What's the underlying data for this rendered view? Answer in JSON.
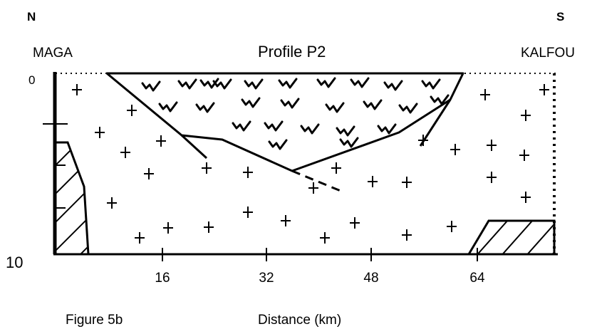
{
  "title": "Profile P2",
  "directions": {
    "left": "N",
    "right": "S"
  },
  "localities": {
    "left": "MAGA",
    "right": "KALFOU"
  },
  "depth_labels": {
    "top": "0",
    "bottom": "10"
  },
  "x_ticks": [
    "16",
    "32",
    "48",
    "64"
  ],
  "figure_label": "Figure 5b",
  "x_axis_label": "Distance (km)",
  "legend_symbols": [
    "cross-pattern",
    "tick-pattern",
    "hatch-pattern"
  ]
}
